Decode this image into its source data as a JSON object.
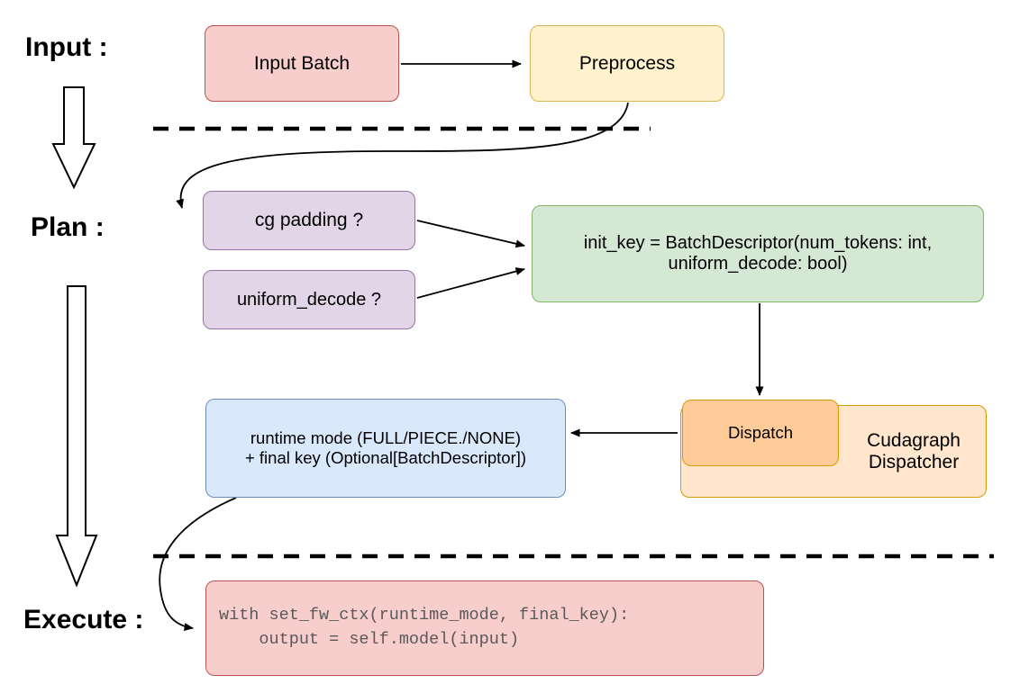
{
  "labels": {
    "input": "Input :",
    "plan": "Plan :",
    "execute": "Execute :"
  },
  "nodes": {
    "input_batch": "Input Batch",
    "preprocess": "Preprocess",
    "cg_padding": "cg padding ?",
    "uniform_decode": "uniform_decode ?",
    "init_key": "init_key = BatchDescriptor(num_tokens: int,\nuniform_decode: bool)",
    "dispatch": "Dispatch",
    "cudagraph_dispatcher": "Cudagraph\nDispatcher",
    "runtime_mode": "runtime mode (FULL/PIECE./NONE)\n+ final key (Optional[BatchDescriptor])",
    "execute_code": "with set_fw_ctx(runtime_mode, final_key):\n    output = self.model(input)"
  },
  "colors": {
    "red-fill": "#f8cecc",
    "red-stroke": "#b85450",
    "yellow-fill": "#fff2cc",
    "yellow-stroke": "#d6b656",
    "purple-fill": "#e1d5e7",
    "purple-stroke": "#9673a6",
    "green-fill": "#d5e8d4",
    "green-stroke": "#82b366",
    "blue-fill": "#dae8fc",
    "blue-stroke": "#6c8ebf",
    "orange-fill": "#ffe6cc",
    "orange-stroke": "#d79b00",
    "orange-deep-fill": "#ffcc99",
    "code-text": "#595959"
  }
}
